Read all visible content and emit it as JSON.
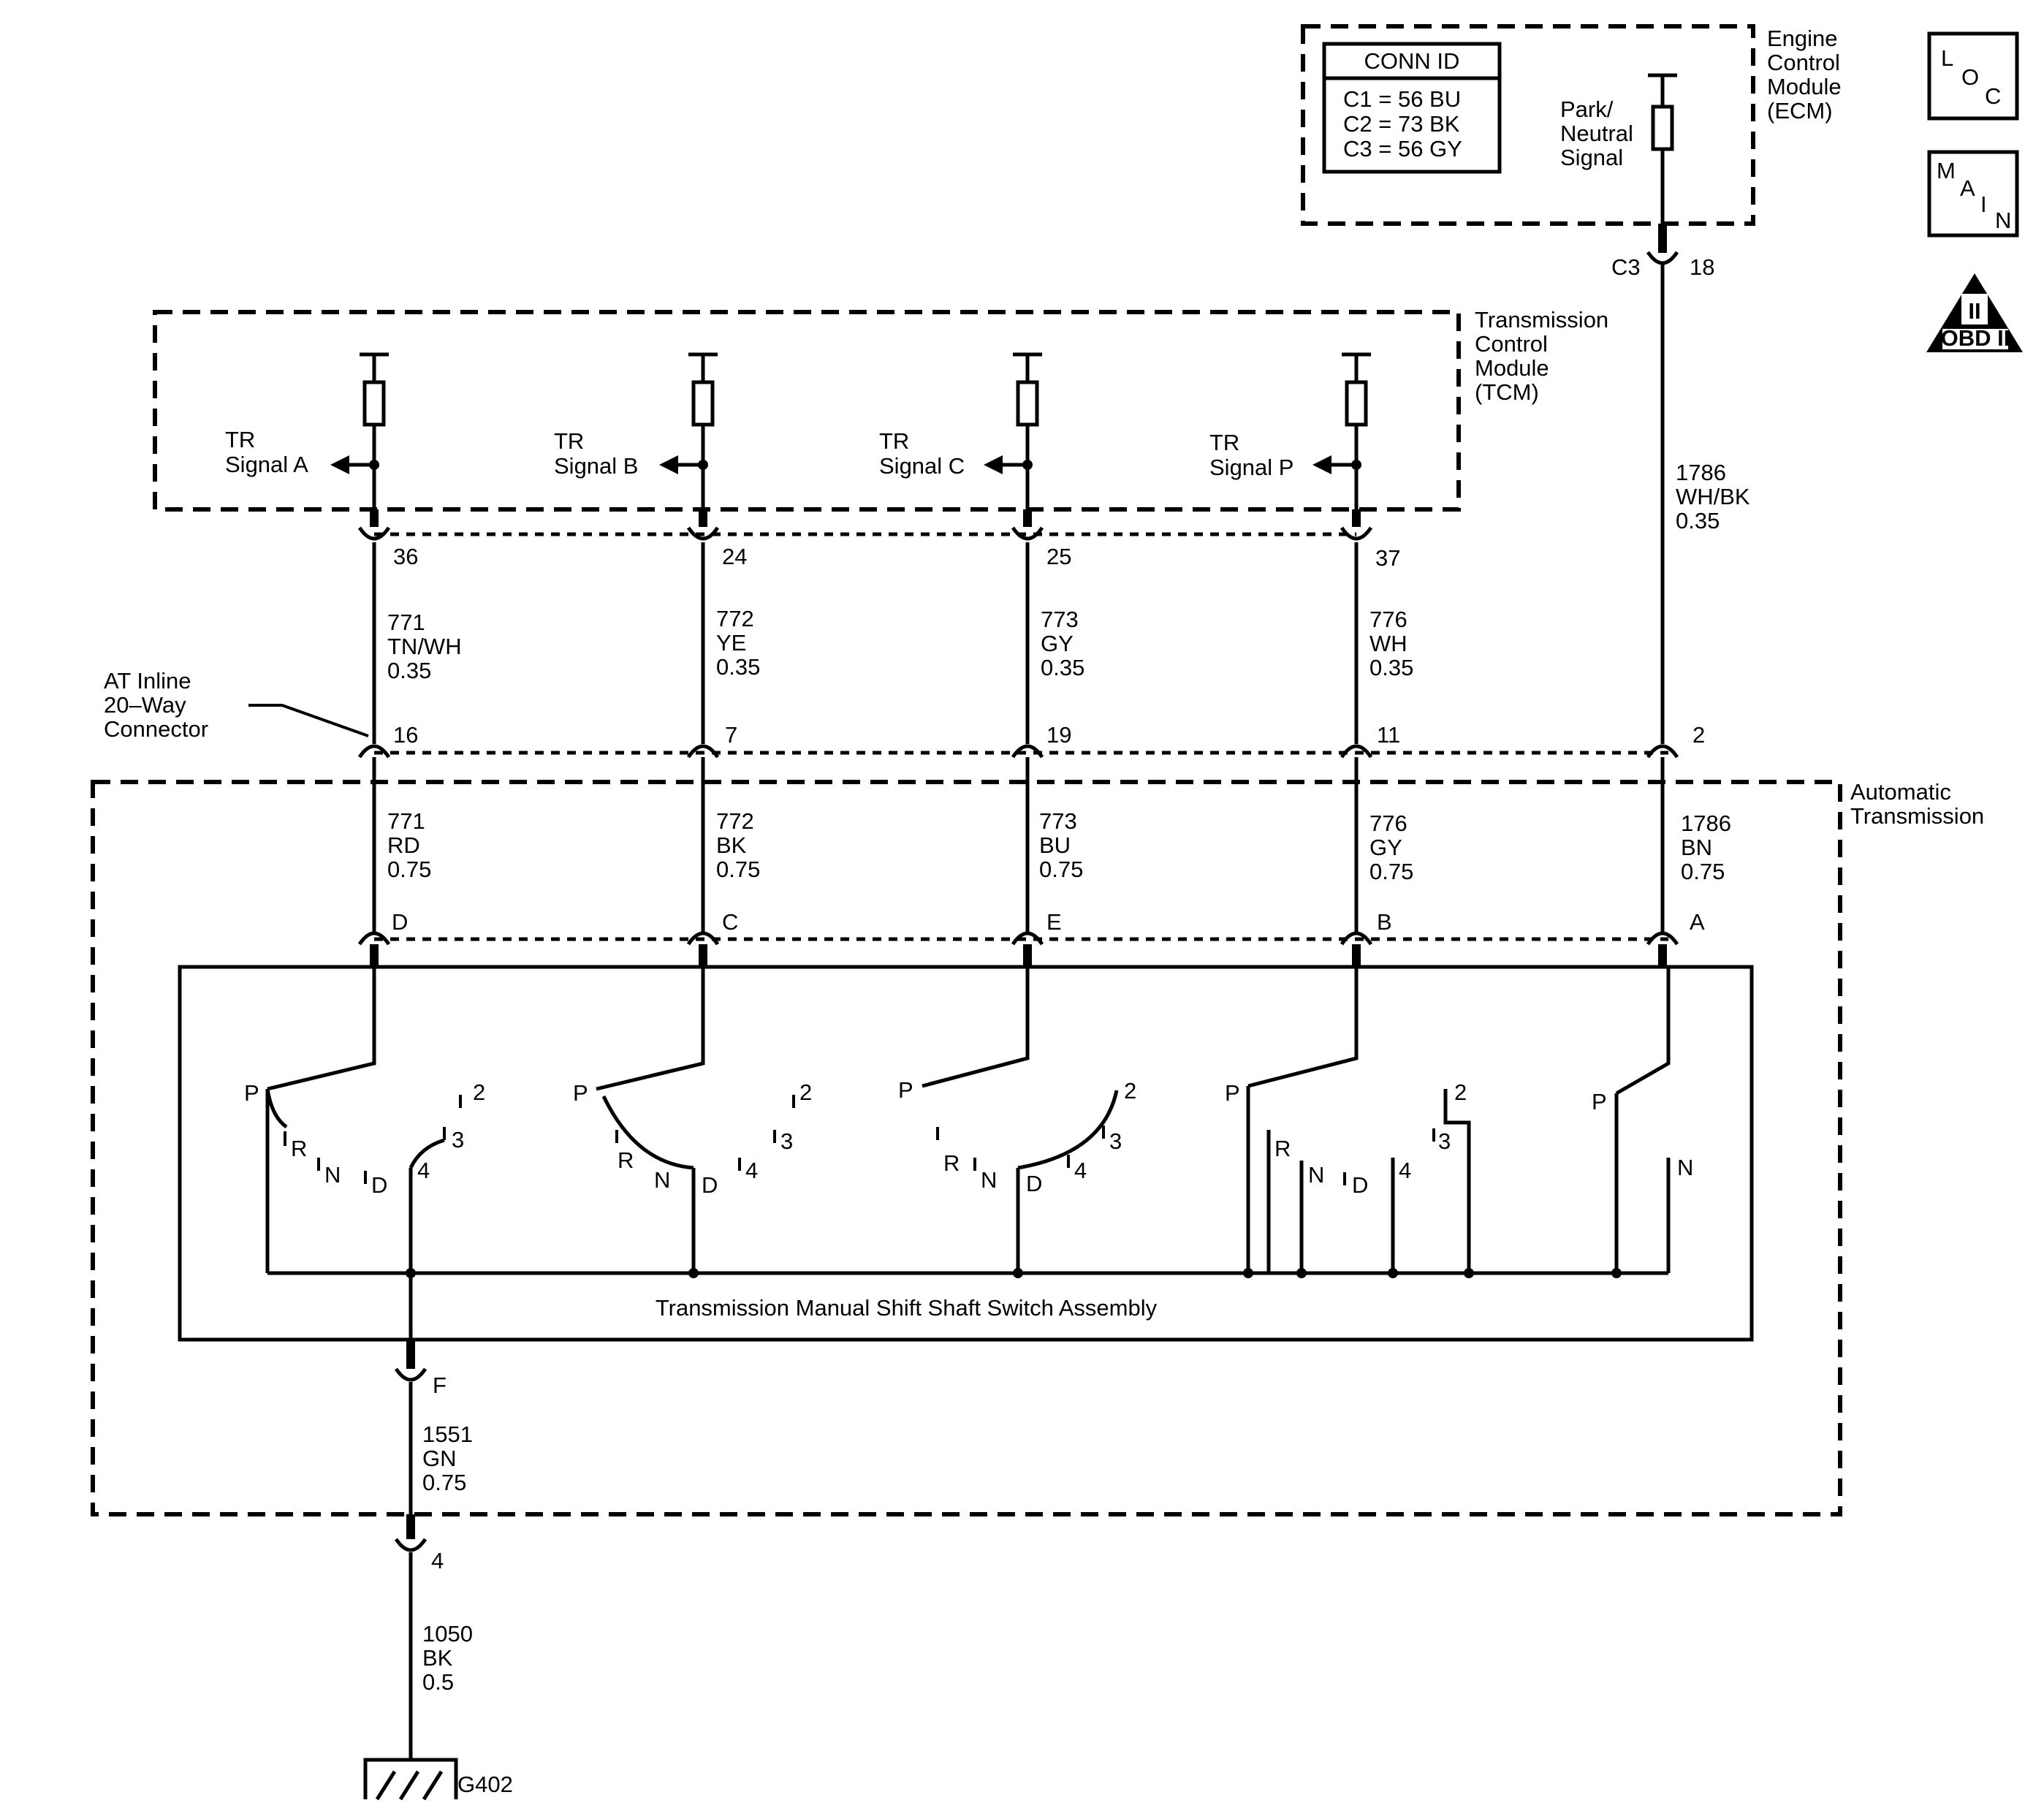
{
  "modules": {
    "ecm": {
      "label": [
        "Engine",
        "Control",
        "Module",
        "(ECM)"
      ]
    },
    "tcm": {
      "label": [
        "Transmission",
        "Control",
        "Module",
        "(TCM)"
      ]
    },
    "transmission": {
      "label": [
        "Automatic",
        "Transmission"
      ]
    },
    "switch_assembly": {
      "label": "Transmission Manual Shift Shaft Switch Assembly"
    },
    "inline_connector": {
      "label": [
        "AT Inline",
        "20–Way",
        "Connector"
      ]
    }
  },
  "conn_id": {
    "title": "CONN ID",
    "rows": [
      "C1 = 56 BU",
      "C2 = 73 BK",
      "C3 = 56 GY"
    ]
  },
  "ecm_signal": {
    "label": [
      "Park/",
      "Neutral",
      "Signal"
    ],
    "connector": "C3",
    "pin": "18",
    "wire": [
      "1786",
      "WH/BK",
      "0.35"
    ]
  },
  "tcm_signals": [
    {
      "label": [
        "TR",
        "Signal A"
      ],
      "tcm_pin": "36",
      "upper_wire": [
        "771",
        "TN/WH",
        "0.35"
      ],
      "inline_pin": "16",
      "lower_wire": [
        "771",
        "RD",
        "0.75"
      ],
      "switch_pin": "D"
    },
    {
      "label": [
        "TR",
        "Signal B"
      ],
      "tcm_pin": "24",
      "upper_wire": [
        "772",
        "YE",
        "0.35"
      ],
      "inline_pin": "7",
      "lower_wire": [
        "772",
        "BK",
        "0.75"
      ],
      "switch_pin": "C"
    },
    {
      "label": [
        "TR",
        "Signal C"
      ],
      "tcm_pin": "25",
      "upper_wire": [
        "773",
        "GY",
        "0.35"
      ],
      "inline_pin": "19",
      "lower_wire": [
        "773",
        "BU",
        "0.75"
      ],
      "switch_pin": "E"
    },
    {
      "label": [
        "TR",
        "Signal P"
      ],
      "tcm_pin": "37",
      "upper_wire": [
        "776",
        "WH",
        "0.35"
      ],
      "inline_pin": "11",
      "lower_wire": [
        "776",
        "GY",
        "0.75"
      ],
      "switch_pin": "B"
    }
  ],
  "pn_circuit": {
    "inline_pin": "2",
    "lower_wire": [
      "1786",
      "BN",
      "0.75"
    ],
    "switch_pin": "A"
  },
  "ground_circuit": {
    "switch_pin": "F",
    "wire1": [
      "1551",
      "GN",
      "0.75"
    ],
    "pin2": "4",
    "wire2": [
      "1050",
      "BK",
      "0.5"
    ],
    "ground": "G402"
  },
  "switch_labels": {
    "g1": [
      "P",
      "R",
      "N",
      "D",
      "2",
      "3",
      "4"
    ],
    "g2": [
      "P",
      "R",
      "N",
      "D",
      "2",
      "3",
      "4"
    ],
    "g3": [
      "P",
      "R",
      "N",
      "D",
      "2",
      "3",
      "4"
    ],
    "g4": [
      "P",
      "R",
      "N",
      "D",
      "2",
      "3",
      "4"
    ],
    "g5": [
      "P",
      "N"
    ]
  },
  "legend_icons": {
    "loc": [
      "L",
      "O",
      "C"
    ],
    "main": [
      "M",
      "A",
      "I",
      "N"
    ],
    "obd": {
      "numeral": "II",
      "text": "OBD II"
    }
  }
}
